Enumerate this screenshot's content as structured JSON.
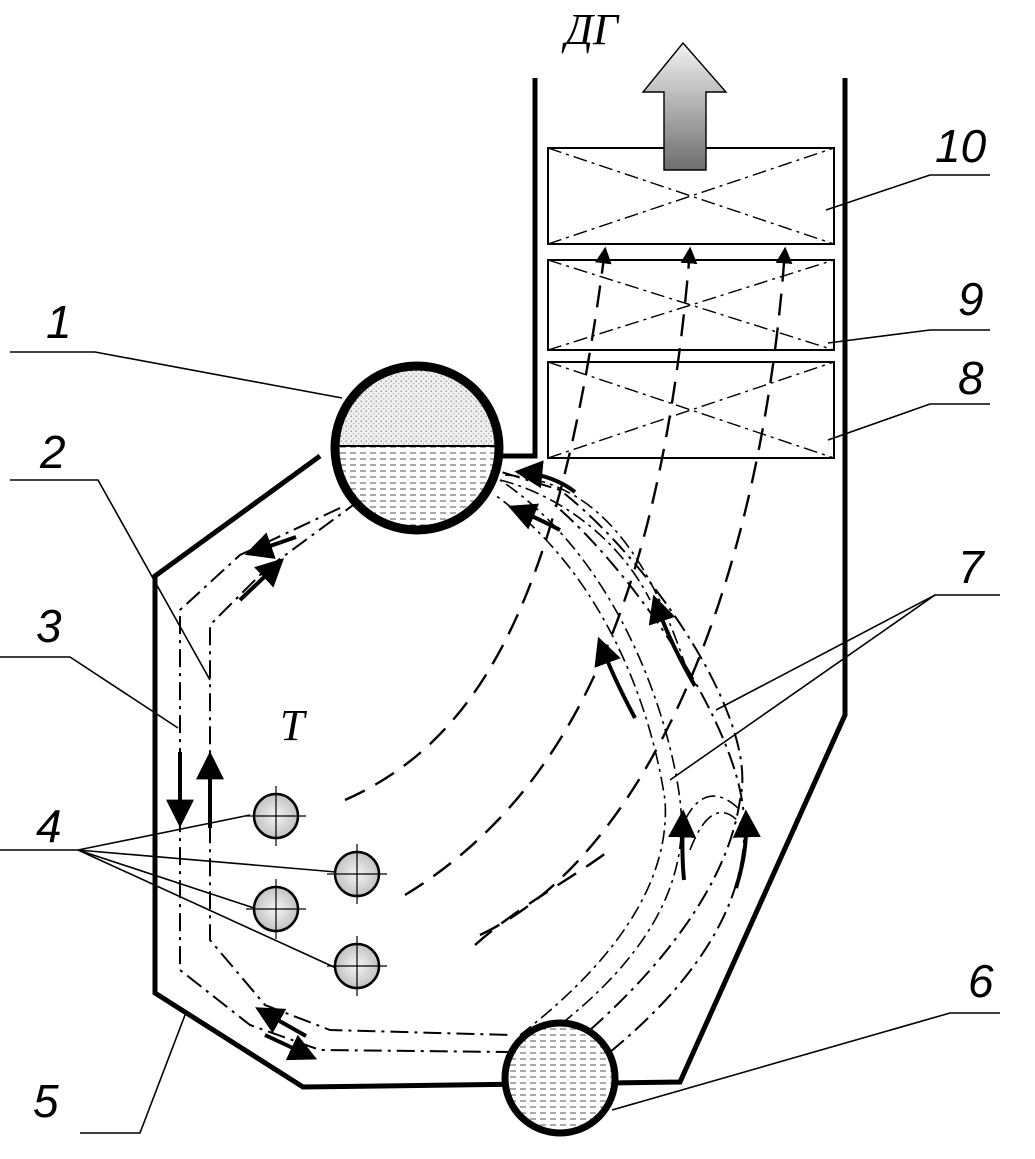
{
  "labels": {
    "drum_upper": "1",
    "downcomer": "2",
    "screen": "3",
    "burners": "4",
    "bottom_screen": "5",
    "drum_lower": "6",
    "flow_lines": "7",
    "surface_8": "8",
    "surface_9": "9",
    "surface_10": "10",
    "furnace": "Т",
    "flue_gas": "ДГ"
  },
  "colors": {
    "stroke": "#000000",
    "background": "#ffffff",
    "burner_fill": "#d9d9d9",
    "arrow_top": "#f2f2f2",
    "arrow_bottom": "#6e6e6e"
  }
}
